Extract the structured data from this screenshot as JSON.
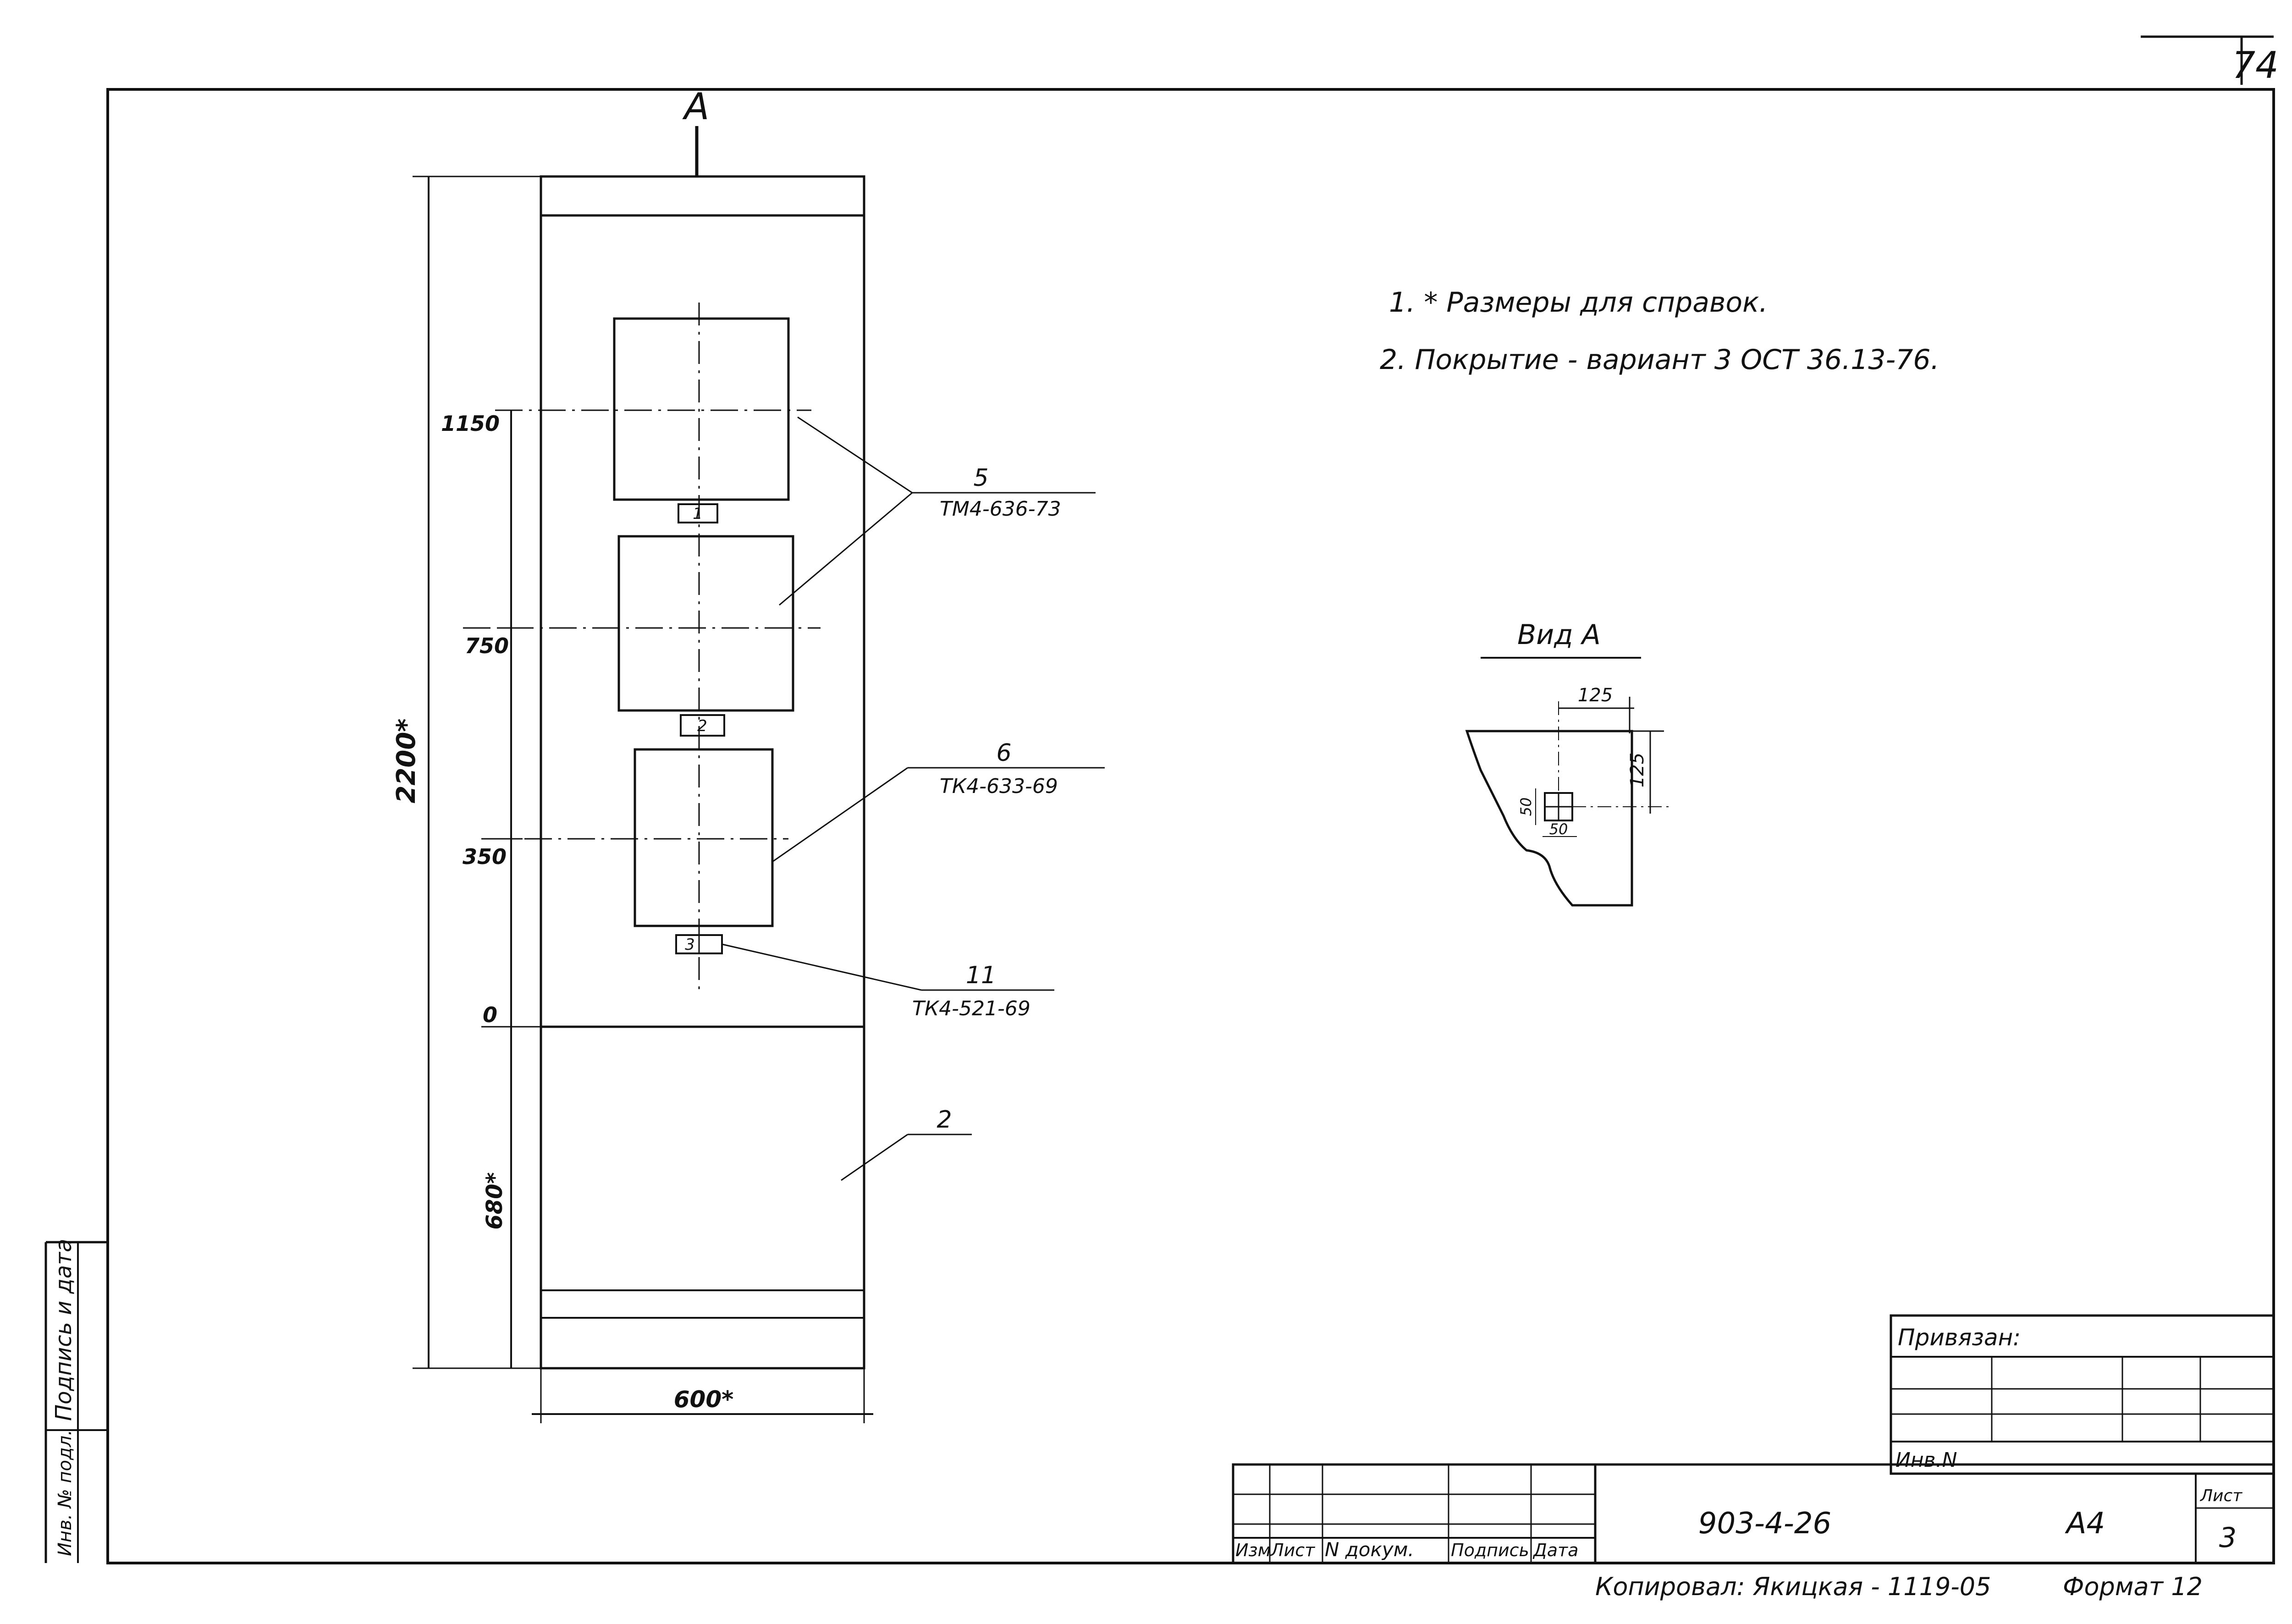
{
  "sheet": {
    "page_number": "74",
    "section_label": "A"
  },
  "notes": {
    "line1": "1. * Размеры для справок.",
    "line2": "2. Покрытие - вариант 3 ОСТ 36.13-76."
  },
  "view": {
    "title": "Вид А",
    "dim_width": "125",
    "dim_height": "125",
    "dim_small_h": "50",
    "dim_small_w": "50"
  },
  "dimensions": {
    "total_height": "2200*",
    "level_1150": "1150",
    "level_750": "750",
    "level_350": "350",
    "level_0": "0",
    "base_height": "680*",
    "width": "600*"
  },
  "item_markers": [
    "1",
    "2",
    "3"
  ],
  "callouts": {
    "c5_num": "5",
    "c5_ref": "ТМ4-636-73",
    "c6_num": "6",
    "c6_ref": "ТК4-633-69",
    "c11_num": "11",
    "c11_ref": "ТК4-521-69",
    "c2_num": "2"
  },
  "side_stamp": {
    "signature_date": "Подпись и дата",
    "inv_orig": "Инв. № подл."
  },
  "title_block": {
    "bound": "Привязан:",
    "inv_no": "Инв.N",
    "columns": [
      "Изм",
      "Лист",
      "N докум.",
      "Подпись",
      "Дата"
    ],
    "doc_code": "903-4-26",
    "album": "А4",
    "sheet_label": "Лист",
    "sheet_no": "3"
  },
  "footer": {
    "copied_by": "Копировал: Якицкая - 1119-05",
    "format": "Формат 12"
  }
}
